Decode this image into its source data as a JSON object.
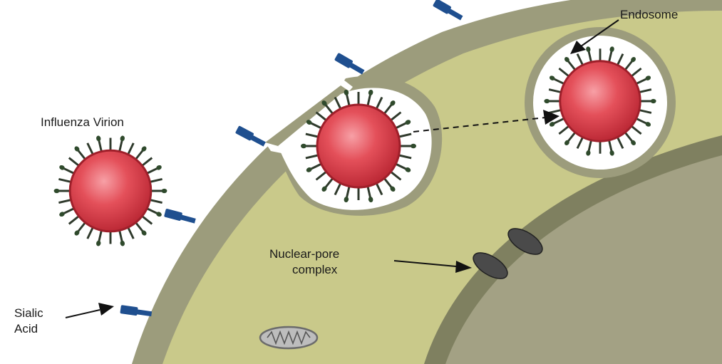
{
  "labels": {
    "endosome": "Endosome",
    "influenza_virion": "Influenza Virion",
    "nuclear_pore_line1": "Nuclear-pore",
    "nuclear_pore_line2": "complex",
    "sialic_line1": "Sialic",
    "sialic_line2": "Acid"
  },
  "colors": {
    "cytoplasm": "#c9c98a",
    "membrane": "#9c9c7c",
    "nucleus": "#a3a184",
    "nuclear_envelope": "#7f8060",
    "virion_fill": "#d63a44",
    "virion_rim": "#9e1f2a",
    "spike": "#2f3a2c",
    "receptor": "#1f4f8f",
    "pore": "#4a4a4a"
  },
  "icons": [
    "virion-icon",
    "receptor-icon",
    "mitochondrion-icon",
    "nuclear-pore-icon"
  ]
}
